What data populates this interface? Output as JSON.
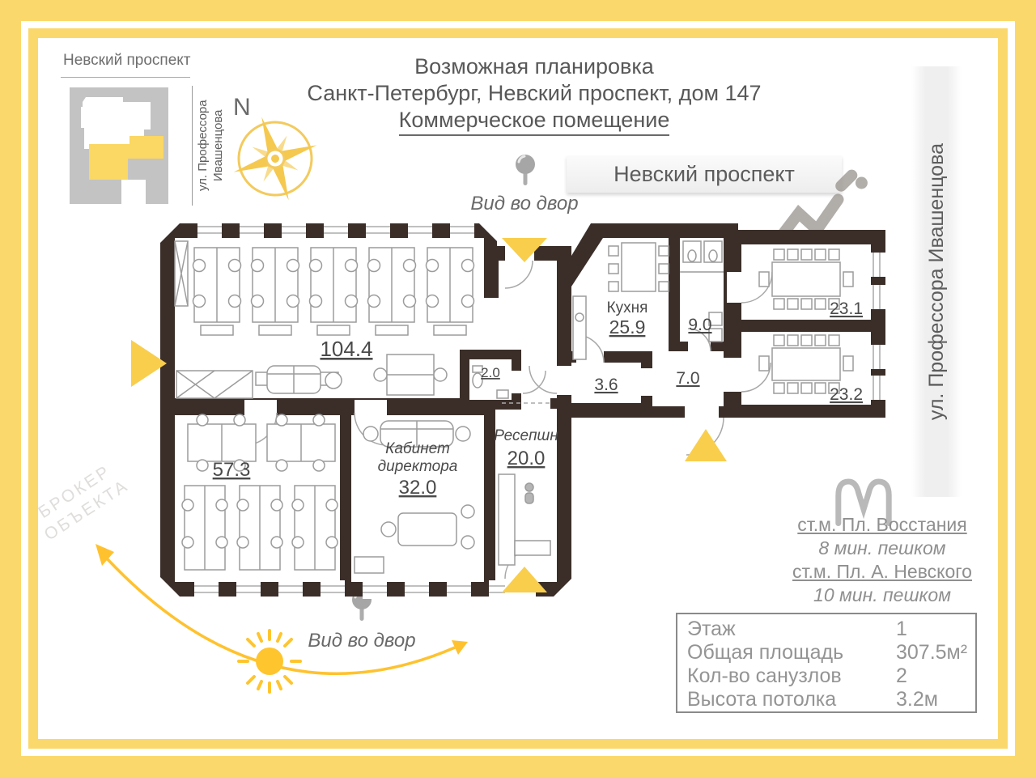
{
  "colors": {
    "frame_yellow": "#FBD86B",
    "wall_brown": "#3B2E29",
    "marker_yellow": "#F9CE4C",
    "sun_yellow": "#FFC52E",
    "map_gray": "#C3C3C3",
    "map_highlight_yellow": "#FBD763"
  },
  "minimap": {
    "street_top": "Невский проспект",
    "street_side_line1": "ул. Профессора",
    "street_side_line2": "Ивашенцова"
  },
  "compass": {
    "north": "N"
  },
  "title": {
    "line1": "Возможная планировка",
    "line2": "Санкт-Петербург, Невский проспект, дом 147",
    "line3": "Коммерческое помещение"
  },
  "labels": {
    "courtyard_view_top": "Вид во двор",
    "courtyard_view_bottom": "Вид во двор",
    "street_top": "Невский проспект",
    "street_right": "ул. Профессора Ивашенцова"
  },
  "watermark": {
    "line1": "БРОКЕР",
    "line2": "ОБЪЕКТА"
  },
  "rooms": {
    "open_space": {
      "area": "104.4"
    },
    "kitchen": {
      "name": "Кухня",
      "area": "25.9"
    },
    "wc_large": {
      "area": "9.0"
    },
    "hall_small": {
      "area": "3.6"
    },
    "hall": {
      "area": "7.0"
    },
    "wc_small": {
      "area": "2.0"
    },
    "meeting1": {
      "area": "23.1"
    },
    "meeting2": {
      "area": "23.2"
    },
    "office2": {
      "area": "57.3"
    },
    "director": {
      "name_line1": "Кабинет",
      "name_line2": "директора",
      "area": "32.0"
    },
    "reception": {
      "name": "Ресепшн",
      "area": "20.0"
    }
  },
  "metro": {
    "station1": "ст.м. Пл. Восстания",
    "walk1": "8 мин. пешком",
    "station2": "ст.м. Пл. А. Невского",
    "walk2": "10 мин. пешком"
  },
  "info": {
    "rows": [
      {
        "label": "Этаж",
        "value": "1"
      },
      {
        "label": "Общая площадь",
        "value": "307.5м²"
      },
      {
        "label": "Кол-во санузлов",
        "value": "2"
      },
      {
        "label": "Высота потолка",
        "value": "3.2м"
      }
    ]
  }
}
